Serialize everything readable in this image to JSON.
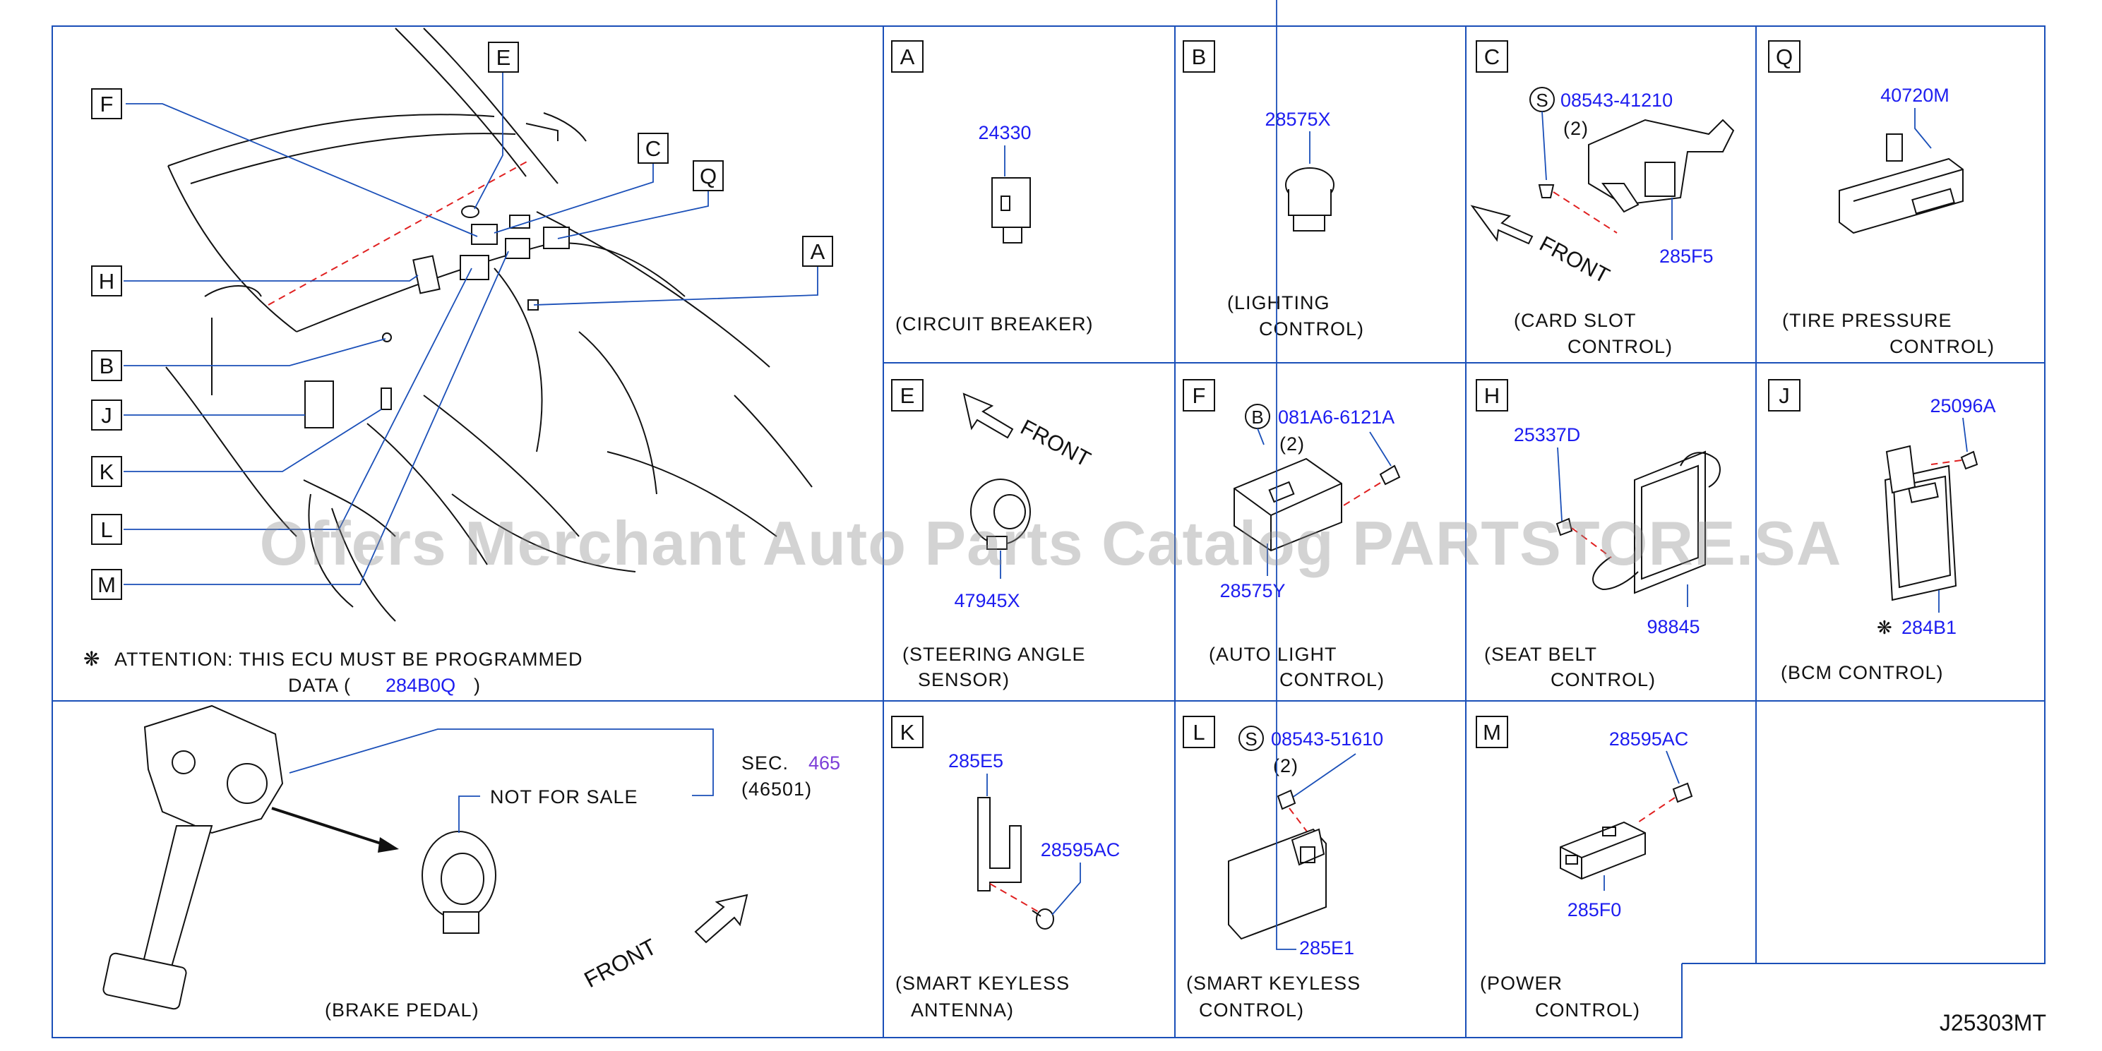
{
  "overview": {
    "callouts": [
      "E",
      "F",
      "C",
      "Q",
      "A",
      "H",
      "B",
      "J",
      "K",
      "L",
      "M"
    ],
    "attention_line1": "ATTENTION: THIS ECU MUST BE PROGRAMMED",
    "attention_line2_pre": "DATA (",
    "attention_part": "284B0Q",
    "attention_line2_post": ")"
  },
  "brake": {
    "sec_label": "SEC.",
    "sec_number": "465",
    "sec_sub": "(46501)",
    "not_for_sale": "NOT FOR SALE",
    "front": "FRONT",
    "caption": "(BRAKE PEDAL)"
  },
  "panels": {
    "A": {
      "letter": "A",
      "parts": [
        "24330"
      ],
      "caption1": "(CIRCUIT BREAKER)",
      "caption2": ""
    },
    "B": {
      "letter": "B",
      "parts": [
        "28575X"
      ],
      "caption1": "(LIGHTING",
      "caption2": "CONTROL)"
    },
    "C": {
      "letter": "C",
      "badge": "S",
      "parts": [
        "08543-41210",
        "285F5"
      ],
      "qty": "(2)",
      "front": "FRONT",
      "caption1": "(CARD SLOT",
      "caption2": "CONTROL)"
    },
    "Q": {
      "letter": "Q",
      "parts": [
        "40720M"
      ],
      "caption1": "(TIRE PRESSURE",
      "caption2": "CONTROL)"
    },
    "E": {
      "letter": "E",
      "parts": [
        "47945X"
      ],
      "front": "FRONT",
      "caption1": "(STEERING ANGLE",
      "caption2": "SENSOR)"
    },
    "F": {
      "letter": "F",
      "badge": "B",
      "parts": [
        "081A6-6121A",
        "28575Y"
      ],
      "qty": "(2)",
      "caption1": "(AUTO LIGHT",
      "caption2": "CONTROL)"
    },
    "H": {
      "letter": "H",
      "parts": [
        "25337D",
        "98845"
      ],
      "caption1": "(SEAT BELT",
      "caption2": "CONTROL)"
    },
    "J": {
      "letter": "J",
      "parts": [
        "25096A",
        "284B1"
      ],
      "caption1": "(BCM CONTROL)",
      "caption2": ""
    },
    "K": {
      "letter": "K",
      "parts": [
        "285E5",
        "28595AC"
      ],
      "caption1": "(SMART KEYLESS",
      "caption2": "ANTENNA)"
    },
    "L": {
      "letter": "L",
      "badge": "S",
      "parts": [
        "08543-51610",
        "285E1"
      ],
      "qty": "(2)",
      "caption1": "(SMART KEYLESS",
      "caption2": "CONTROL)"
    },
    "M": {
      "letter": "M",
      "parts": [
        "28595AC",
        "285F0"
      ],
      "caption1": "(POWER",
      "caption2": "CONTROL)"
    }
  },
  "diagram_id": "J25303MT",
  "watermark": "Offers Merchant Auto Parts Catalog PARTSTORE.SA",
  "colors": {
    "frame": "#1a4fb8",
    "part_number": "#1d1df0",
    "dash": "#e02020",
    "link": "#7c3ed8"
  }
}
